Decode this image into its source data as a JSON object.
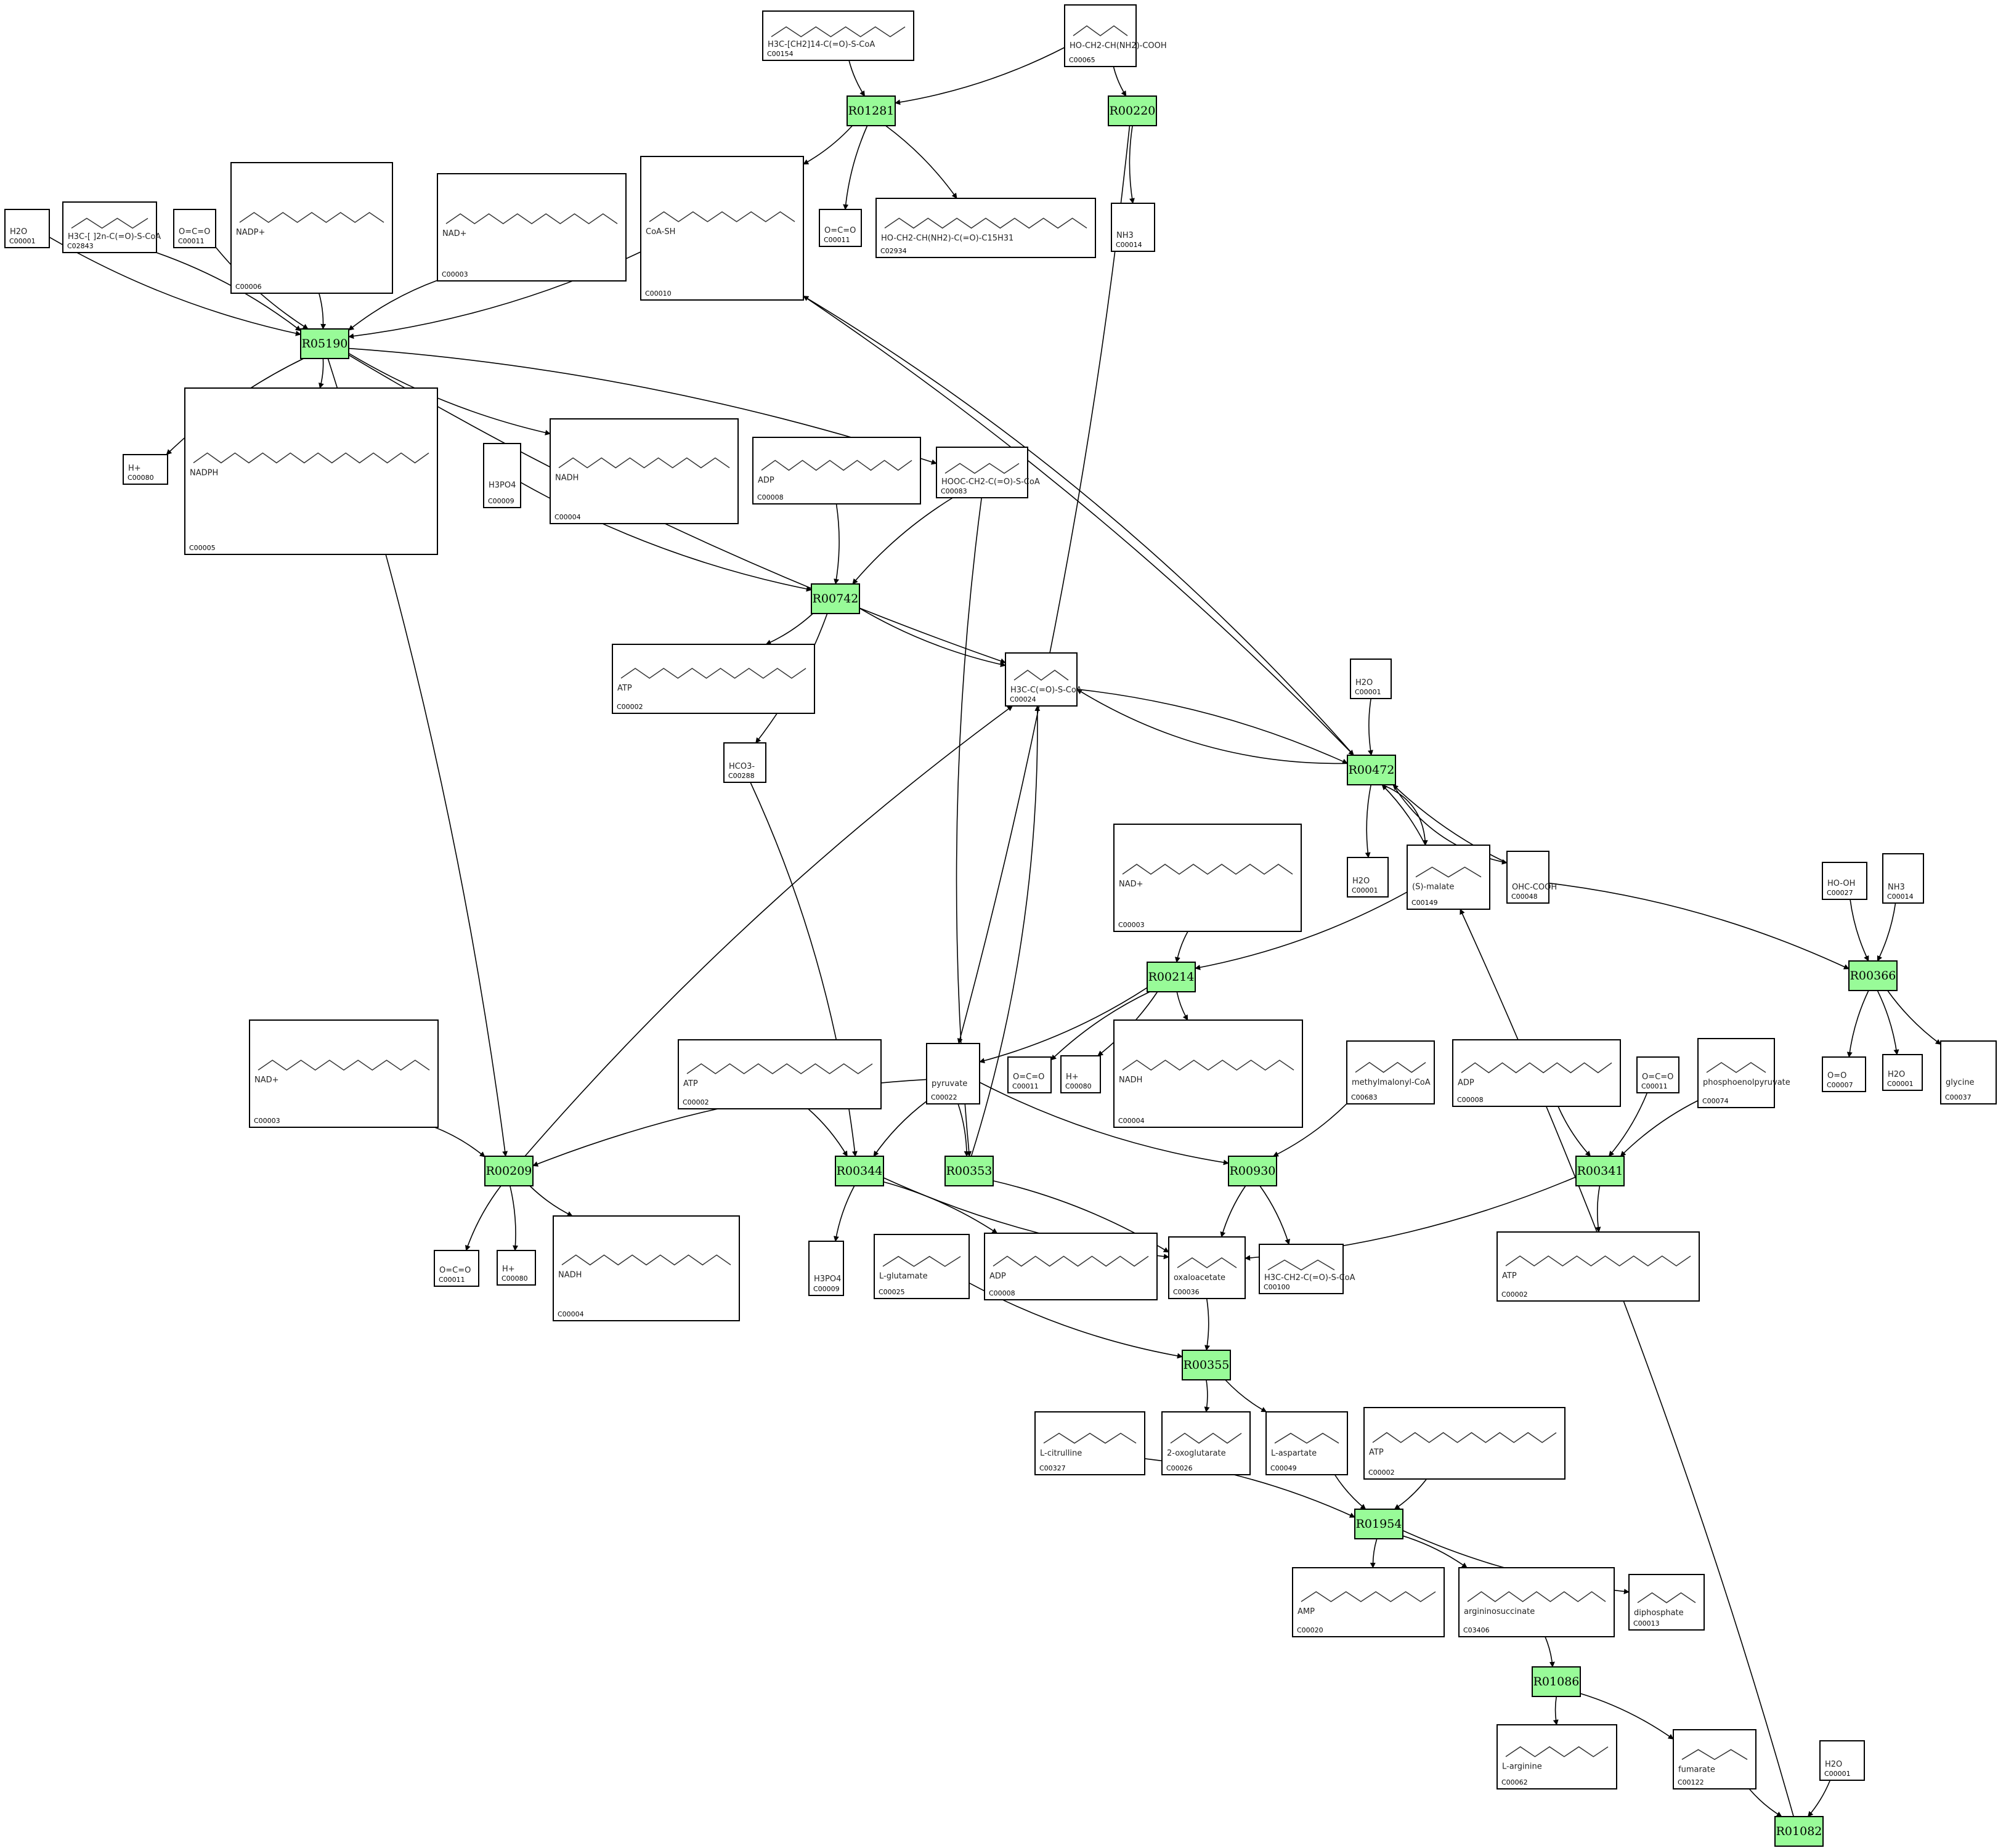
{
  "colors": {
    "reaction_fill": "#98fb98",
    "edge": "#000000",
    "box": "#000000"
  },
  "compounds": [
    {
      "id": "n01",
      "label": "C00154",
      "formula": "H3C-[CH2]14-C(=O)-S-CoA"
    },
    {
      "id": "n02",
      "label": "C00065",
      "formula": "HO-CH2-CH(NH2)-COOH"
    },
    {
      "id": "n03",
      "label": "C00001",
      "formula": "H2O"
    },
    {
      "id": "n04",
      "label": "C02843",
      "formula": "H3C-[ ]2n-C(=O)-S-CoA"
    },
    {
      "id": "n05",
      "label": "C00011",
      "formula": "O=C=O"
    },
    {
      "id": "n06",
      "label": "C00006",
      "formula": "NADP+"
    },
    {
      "id": "n07",
      "label": "C00003",
      "formula": "NAD+"
    },
    {
      "id": "n08",
      "label": "C00010",
      "formula": "CoA-SH"
    },
    {
      "id": "n09",
      "label": "C00011",
      "formula": "O=C=O"
    },
    {
      "id": "n10",
      "label": "C02934",
      "formula": "HO-CH2-CH(NH2)-C(=O)-C15H31"
    },
    {
      "id": "n11",
      "label": "C00014",
      "formula": "NH3"
    },
    {
      "id": "n12",
      "label": "C00080",
      "formula": "H+"
    },
    {
      "id": "n13",
      "label": "C00005",
      "formula": "NADPH"
    },
    {
      "id": "n14",
      "label": "C00009",
      "formula": "H3PO4"
    },
    {
      "id": "n15",
      "label": "C00004",
      "formula": "NADH"
    },
    {
      "id": "n16",
      "label": "C00008",
      "formula": "ADP"
    },
    {
      "id": "n17",
      "label": "C00083",
      "formula": "HOOC-CH2-C(=O)-S-CoA"
    },
    {
      "id": "n18",
      "label": "C00002",
      "formula": "ATP"
    },
    {
      "id": "n19",
      "label": "C00024",
      "formula": "H3C-C(=O)-S-CoA"
    },
    {
      "id": "n20",
      "label": "C00288",
      "formula": "HCO3-"
    },
    {
      "id": "n21",
      "label": "C00001",
      "formula": "H2O"
    },
    {
      "id": "n22",
      "label": "C00003",
      "formula": "NAD+"
    },
    {
      "id": "n23",
      "label": "C00001",
      "formula": "H2O"
    },
    {
      "id": "n24",
      "label": "C00149",
      "formula": "(S)-malate"
    },
    {
      "id": "n25",
      "label": "C00048",
      "formula": "OHC-COOH"
    },
    {
      "id": "n26",
      "label": "C00027",
      "formula": "HO-OH"
    },
    {
      "id": "n27",
      "label": "C00014",
      "formula": "NH3"
    },
    {
      "id": "n28",
      "label": "C00003",
      "formula": "NAD+"
    },
    {
      "id": "n29",
      "label": "C00002",
      "formula": "ATP"
    },
    {
      "id": "n30",
      "label": "C00022",
      "formula": "pyruvate"
    },
    {
      "id": "n31",
      "label": "C00011",
      "formula": "O=C=O"
    },
    {
      "id": "n32",
      "label": "C00080",
      "formula": "H+"
    },
    {
      "id": "n33",
      "label": "C00004",
      "formula": "NADH"
    },
    {
      "id": "n34",
      "label": "C00683",
      "formula": "methylmalonyl-CoA"
    },
    {
      "id": "n35",
      "label": "C00008",
      "formula": "ADP"
    },
    {
      "id": "n36",
      "label": "C00011",
      "formula": "O=C=O"
    },
    {
      "id": "n37",
      "label": "C00074",
      "formula": "phosphoenolpyruvate"
    },
    {
      "id": "n38",
      "label": "C00007",
      "formula": "O=O"
    },
    {
      "id": "n39",
      "label": "C00001",
      "formula": "H2O"
    },
    {
      "id": "n40",
      "label": "C00037",
      "formula": "glycine"
    },
    {
      "id": "n41",
      "label": "C00011",
      "formula": "O=C=O"
    },
    {
      "id": "n42",
      "label": "C00080",
      "formula": "H+"
    },
    {
      "id": "n43",
      "label": "C00004",
      "formula": "NADH"
    },
    {
      "id": "n44",
      "label": "C00009",
      "formula": "H3PO4"
    },
    {
      "id": "n45",
      "label": "C00025",
      "formula": "L-glutamate"
    },
    {
      "id": "n46",
      "label": "C00008",
      "formula": "ADP"
    },
    {
      "id": "n47",
      "label": "C00036",
      "formula": "oxaloacetate"
    },
    {
      "id": "n48",
      "label": "C00100",
      "formula": "H3C-CH2-C(=O)-S-CoA"
    },
    {
      "id": "n49",
      "label": "C00002",
      "formula": "ATP"
    },
    {
      "id": "n50",
      "label": "C00327",
      "formula": "L-citrulline"
    },
    {
      "id": "n51",
      "label": "C00026",
      "formula": "2-oxoglutarate"
    },
    {
      "id": "n52",
      "label": "C00049",
      "formula": "L-aspartate"
    },
    {
      "id": "n53",
      "label": "C00002",
      "formula": "ATP"
    },
    {
      "id": "n54",
      "label": "C00020",
      "formula": "AMP"
    },
    {
      "id": "n55",
      "label": "C03406",
      "formula": "argininosuccinate"
    },
    {
      "id": "n56",
      "label": "C00013",
      "formula": "diphosphate"
    },
    {
      "id": "n57",
      "label": "C00062",
      "formula": "L-arginine"
    },
    {
      "id": "n58",
      "label": "C00122",
      "formula": "fumarate"
    },
    {
      "id": "n59",
      "label": "C00001",
      "formula": "H2O"
    }
  ],
  "reactions": [
    {
      "id": "r01",
      "label": "R01281"
    },
    {
      "id": "r02",
      "label": "R00220"
    },
    {
      "id": "r03",
      "label": "R05190"
    },
    {
      "id": "r04",
      "label": "R00742"
    },
    {
      "id": "r05",
      "label": "R00472"
    },
    {
      "id": "r06",
      "label": "R00214"
    },
    {
      "id": "r07",
      "label": "R00366"
    },
    {
      "id": "r08",
      "label": "R00209"
    },
    {
      "id": "r09",
      "label": "R00344"
    },
    {
      "id": "r10",
      "label": "R00353"
    },
    {
      "id": "r11",
      "label": "R00930"
    },
    {
      "id": "r12",
      "label": "R00341"
    },
    {
      "id": "r13",
      "label": "R00355"
    },
    {
      "id": "r14",
      "label": "R01954"
    },
    {
      "id": "r15",
      "label": "R01086"
    },
    {
      "id": "r16",
      "label": "R01082"
    }
  ],
  "edges": [
    [
      "n01",
      "r01"
    ],
    [
      "n02",
      "r01"
    ],
    [
      "n02",
      "r02"
    ],
    [
      "r01",
      "n08"
    ],
    [
      "r01",
      "n09"
    ],
    [
      "r01",
      "n10"
    ],
    [
      "r02",
      "n11"
    ],
    [
      "r02",
      "n30"
    ],
    [
      "n03",
      "r03"
    ],
    [
      "n04",
      "r03"
    ],
    [
      "n05",
      "r03"
    ],
    [
      "n06",
      "r03"
    ],
    [
      "n07",
      "r03"
    ],
    [
      "n08",
      "r03"
    ],
    [
      "r03",
      "n12"
    ],
    [
      "r03",
      "n13"
    ],
    [
      "r03",
      "n15"
    ],
    [
      "r03",
      "n17"
    ],
    [
      "r03",
      "n19"
    ],
    [
      "r03",
      "r08"
    ],
    [
      "n14",
      "r04"
    ],
    [
      "n16",
      "r04"
    ],
    [
      "n17",
      "r04"
    ],
    [
      "r04",
      "n18"
    ],
    [
      "r04",
      "n19"
    ],
    [
      "r04",
      "n20"
    ],
    [
      "n17",
      "r10"
    ],
    [
      "n19",
      "r05"
    ],
    [
      "n21",
      "r05"
    ],
    [
      "n08",
      "r05"
    ],
    [
      "n24",
      "r05"
    ],
    [
      "n25",
      "r05"
    ],
    [
      "r05",
      "n08"
    ],
    [
      "r05",
      "n19"
    ],
    [
      "r05",
      "n23"
    ],
    [
      "r05",
      "n24"
    ],
    [
      "r05",
      "n25"
    ],
    [
      "n24",
      "r06"
    ],
    [
      "n22",
      "r06"
    ],
    [
      "r06",
      "n30"
    ],
    [
      "r06",
      "n31"
    ],
    [
      "r06",
      "n32"
    ],
    [
      "r06",
      "n33"
    ],
    [
      "n25",
      "r07"
    ],
    [
      "n26",
      "r07"
    ],
    [
      "n27",
      "r07"
    ],
    [
      "r07",
      "n38"
    ],
    [
      "r07",
      "n39"
    ],
    [
      "r07",
      "n40"
    ],
    [
      "n28",
      "r08"
    ],
    [
      "n30",
      "r08"
    ],
    [
      "r08",
      "n19"
    ],
    [
      "r08",
      "n41"
    ],
    [
      "r08",
      "n42"
    ],
    [
      "r08",
      "n43"
    ],
    [
      "n29",
      "r09"
    ],
    [
      "n30",
      "r09"
    ],
    [
      "n20",
      "r09"
    ],
    [
      "r09",
      "n44"
    ],
    [
      "r09",
      "n46"
    ],
    [
      "r09",
      "n47"
    ],
    [
      "n30",
      "r10"
    ],
    [
      "r10",
      "n19"
    ],
    [
      "r10",
      "n47"
    ],
    [
      "n30",
      "r11"
    ],
    [
      "n34",
      "r11"
    ],
    [
      "r11",
      "n47"
    ],
    [
      "r11",
      "n48"
    ],
    [
      "n35",
      "r12"
    ],
    [
      "n36",
      "r12"
    ],
    [
      "n37",
      "r12"
    ],
    [
      "r12",
      "n47"
    ],
    [
      "r12",
      "n49"
    ],
    [
      "n47",
      "r13"
    ],
    [
      "n45",
      "r13"
    ],
    [
      "r13",
      "n51"
    ],
    [
      "r13",
      "n52"
    ],
    [
      "n50",
      "r14"
    ],
    [
      "n52",
      "r14"
    ],
    [
      "n53",
      "r14"
    ],
    [
      "r14",
      "n54"
    ],
    [
      "r14",
      "n55"
    ],
    [
      "r14",
      "n56"
    ],
    [
      "n55",
      "r15"
    ],
    [
      "r15",
      "n57"
    ],
    [
      "r15",
      "n58"
    ],
    [
      "n58",
      "r16"
    ],
    [
      "n59",
      "r16"
    ],
    [
      "r16",
      "n24"
    ]
  ]
}
